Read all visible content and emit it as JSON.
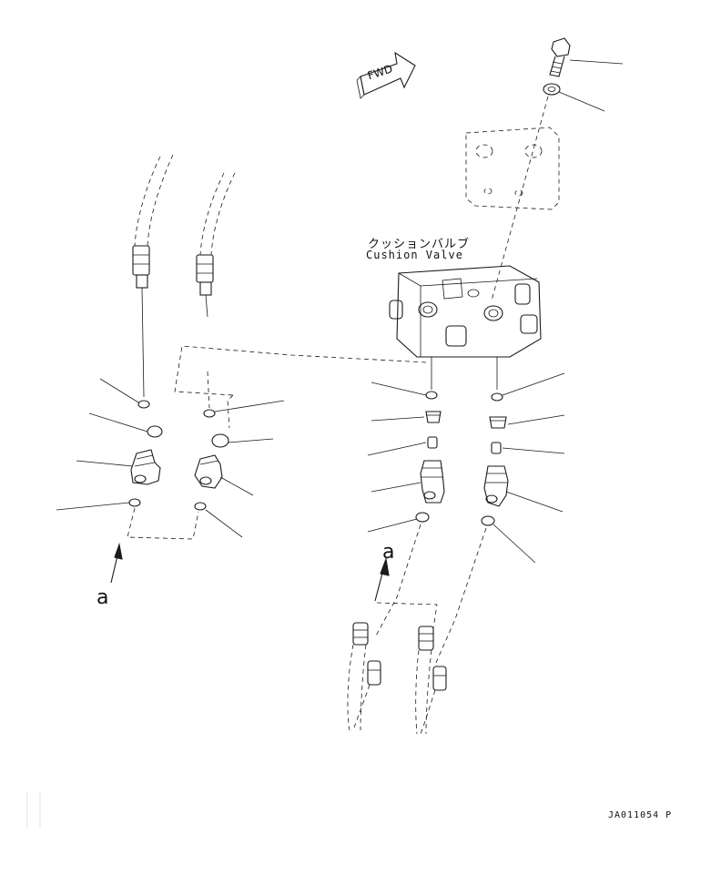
{
  "labels": {
    "cushion_jp": "クッションバルブ",
    "cushion_en": "Cushion Valve",
    "fwd": "FWD",
    "ref_a_left": "a",
    "ref_a_right": "a",
    "drawing_code": "JA011054 P"
  }
}
